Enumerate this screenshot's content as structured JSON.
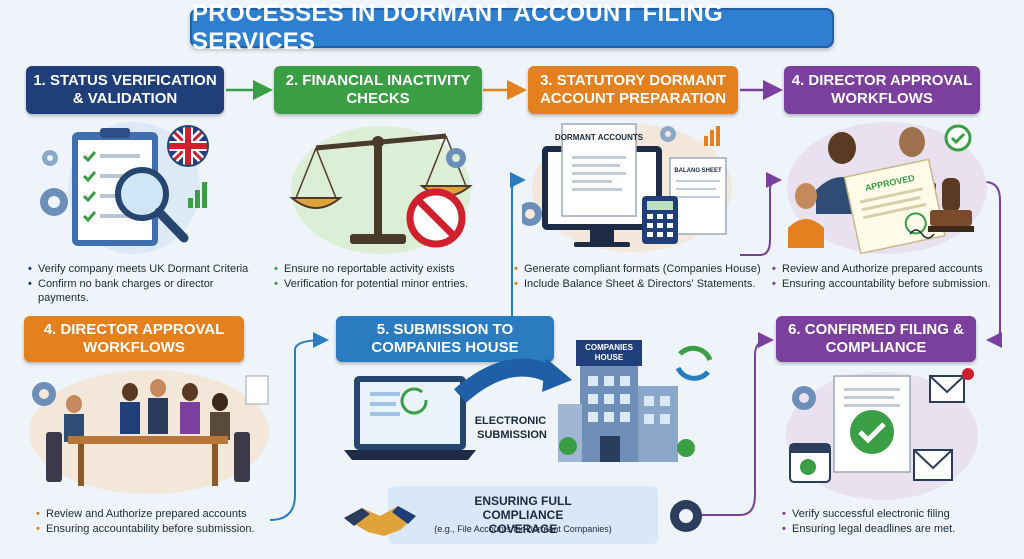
{
  "title": "PROCESSES IN DORMANT ACCOUNT FILING SERVICES",
  "steps": [
    {
      "label": "1. STATUS VERIFICATION & VALIDATION",
      "bullets": [
        "Verify company meets UK Dormant Criteria",
        "Confirm no bank charges or director payments."
      ],
      "color": "#1f3e7a"
    },
    {
      "label": "2. FINANCIAL INACTIVITY CHECKS",
      "bullets": [
        "Ensure no reportable activity exists",
        "Verification for potential minor entries."
      ],
      "color": "#3a9e45"
    },
    {
      "label": "3. STATUTORY DORMANT ACCOUNT PREPARATION",
      "bullets": [
        "Generate compliant formats (Companies House)",
        "Include Balance Sheet & Directors' Statements."
      ],
      "color": "#e5801f"
    },
    {
      "label": "4. DIRECTOR APPROVAL WORKFLOWS",
      "bullets": [
        "Review and Authorize prepared accounts",
        "Ensuring accountability before submission."
      ],
      "color": "#7b3f9e"
    },
    {
      "label": "4. DIRECTOR APPROVAL WORKFLOWS",
      "bullets": [
        "Review and Authorize prepared accounts",
        "Ensuring accountability before submission."
      ],
      "color": "#e5801f"
    },
    {
      "label": "5.   SUBMISSION TO COMPANIES HOUSE",
      "bullets": [],
      "color": "#2a7bbf"
    },
    {
      "label": "6. CONFIRMED FILING & COMPLIANCE",
      "bullets": [
        "Verify successful electronic filing",
        "Ensuring legal deadlines are met."
      ],
      "color": "#7b3f9e"
    }
  ],
  "illustrations": {
    "dormant_accounts": "DORMANT ACCOUNTS",
    "balance_sheet": "BALANG SHEET",
    "approved": "APPROVED",
    "companies_house": "COMPANIES HOUSE",
    "electronic_submission": "ELECTRONIC SUBMISSION"
  },
  "compliance": {
    "title": "ENSURING FULL COMPLIANCE COVERAGE",
    "subtitle": "(e.g., File Accounts for Dormant Companies)"
  }
}
